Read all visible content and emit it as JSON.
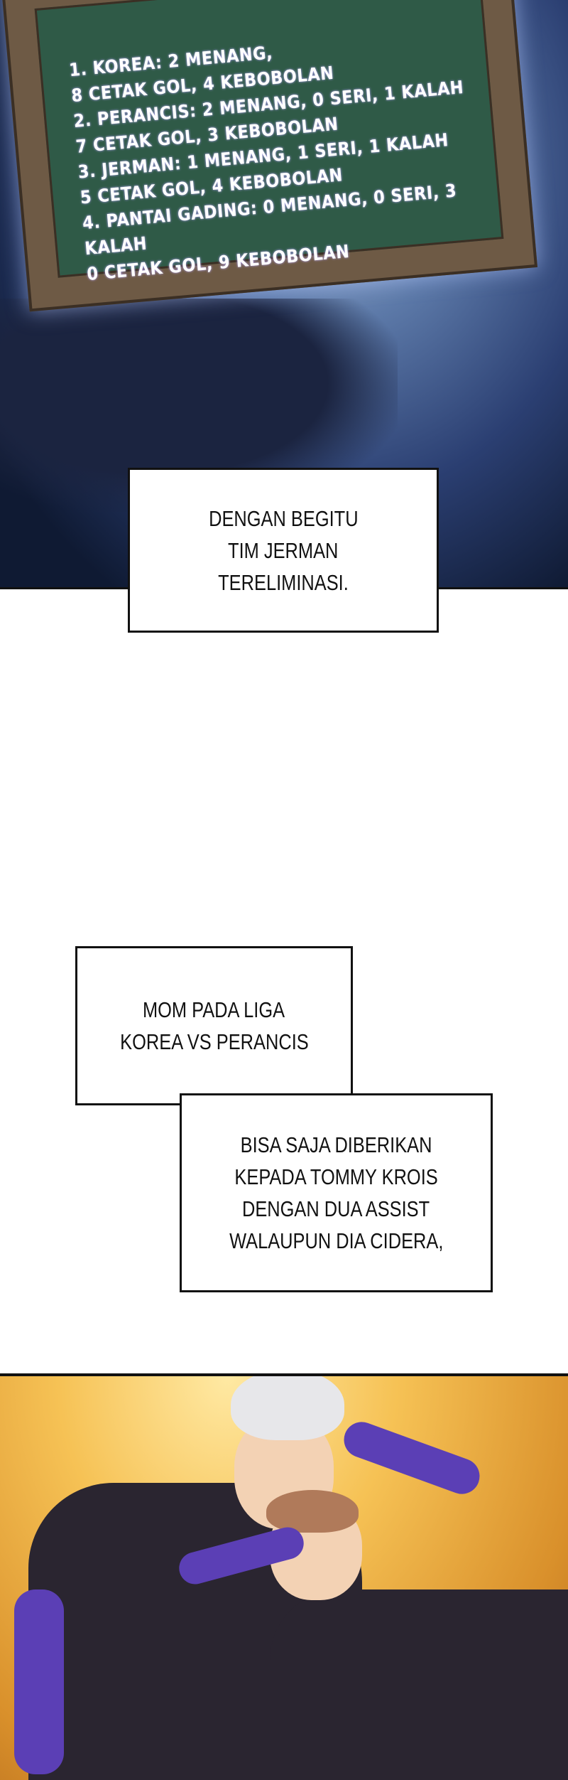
{
  "scoreboard": {
    "lines": [
      "1. KOREA: 2 MENANG,",
      "8 CETAK GOL, 4 KEBOBOLAN",
      "2. PERANCIS: 2 MENANG, 0 SERI, 1 KALAH",
      "7 CETAK GOL, 3 KEBOBOLAN",
      "3. JERMAN: 1 MENANG, 1 SERI, 1 KALAH",
      "5 CETAK GOL, 4 KEBOBOLAN",
      "4. PANTAI GADING: 0 MENANG, 0 SERI, 3",
      "KALAH",
      "0 CETAK GOL, 9 KEBOBOLAN"
    ]
  },
  "captions": {
    "eliminated": [
      "DENGAN BEGITU",
      "TIM JERMAN",
      "TERELIMINASI."
    ],
    "mom": [
      "MOM PADA LIGA",
      "KOREA VS PERANCIS"
    ],
    "assist": [
      "BISA SAJA DIBERIKAN",
      "KEPADA TOMMY KROIS",
      "DENGAN DUA ASSIST",
      "WALAUPUN DIA CIDERA,"
    ]
  },
  "colors": {
    "board": "#2f5a47",
    "frame": "#6e5a45",
    "jersey": "#2a2530",
    "sleeve": "#5b3fb5"
  }
}
